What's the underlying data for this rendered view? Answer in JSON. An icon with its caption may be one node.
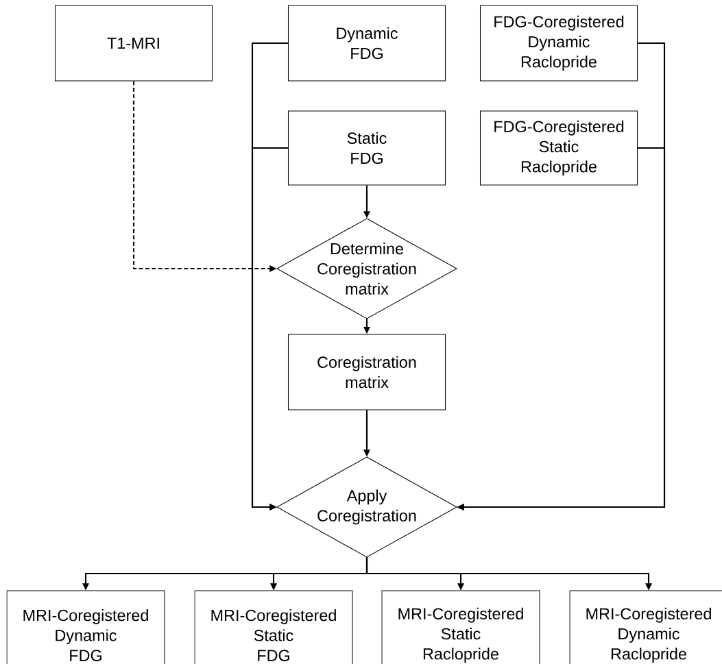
{
  "diagram": {
    "nodes": [
      {
        "text": [
          "T1-MRI"
        ]
      },
      {
        "text": [
          "Dynamic FDG"
        ]
      },
      {
        "text": [
          "FDG-Coregistered Dynamic Raclopride"
        ]
      },
      {
        "text": [
          "Static FDG"
        ]
      },
      {
        "text": [
          "FDG-Coregistered Static Raclopride"
        ]
      },
      {
        "text": [
          "Determine Coregistration matrix"
        ]
      },
      {
        "text": [
          "Coregistration matrix"
        ]
      },
      {
        "text": [
          "Apply Coregistration"
        ]
      },
      {
        "text": [
          "MRI-Coregistered Dynamic FDG"
        ]
      },
      {
        "text": [
          "MRI-Coregistered Static FDG"
        ]
      },
      {
        "text": [
          "MRI-Coregistered Static Raclopride"
        ]
      },
      {
        "text": [
          "MRI-Coregistered Dynamic Raclopride"
        ]
      }
    ],
    "edges": [
      {
        "from": 0,
        "to": 5,
        "arrow": "to",
        "style": "dashed"
      },
      {
        "from": 1,
        "to": 7,
        "arrow": "to"
      },
      {
        "from": 3,
        "to": 7,
        "arrow": "to"
      },
      {
        "from": 2,
        "to": 7,
        "arrow": "to"
      },
      {
        "from": 4,
        "to": 7,
        "arrow": "to"
      },
      {
        "from": 3,
        "to": 5,
        "arrow": "to"
      },
      {
        "from": 5,
        "to": 6,
        "arrow": "to"
      },
      {
        "from": 6,
        "to": 7,
        "arrow": "to"
      },
      {
        "from": 7,
        "to": 8,
        "arrow": "to"
      },
      {
        "from": 7,
        "to": 9,
        "arrow": "to"
      },
      {
        "from": 7,
        "to": 10,
        "arrow": "to"
      },
      {
        "from": 7,
        "to": 11,
        "arrow": "to"
      }
    ]
  }
}
